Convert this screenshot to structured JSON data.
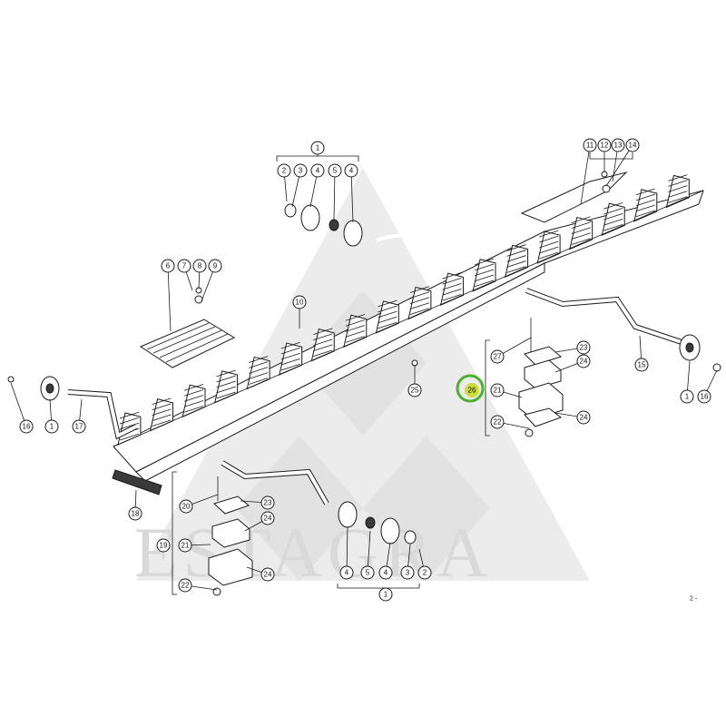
{
  "watermark": {
    "text": "ESTAGRA"
  },
  "highlight": {
    "label": "26",
    "color": "#4caf32"
  },
  "callouts": [
    {
      "id": "c1-top",
      "label": "1"
    },
    {
      "id": "c2-top",
      "label": "2"
    },
    {
      "id": "c3-top",
      "label": "3"
    },
    {
      "id": "c4-top-a",
      "label": "4"
    },
    {
      "id": "c5-top",
      "label": "5"
    },
    {
      "id": "c4-top-b",
      "label": "4"
    },
    {
      "id": "c6",
      "label": "6"
    },
    {
      "id": "c7",
      "label": "7"
    },
    {
      "id": "c8",
      "label": "8"
    },
    {
      "id": "c9",
      "label": "9"
    },
    {
      "id": "c10",
      "label": "10"
    },
    {
      "id": "c11",
      "label": "11"
    },
    {
      "id": "c12",
      "label": "12"
    },
    {
      "id": "c13",
      "label": "13"
    },
    {
      "id": "c14",
      "label": "14"
    },
    {
      "id": "c15",
      "label": "15"
    },
    {
      "id": "c16-left",
      "label": "16"
    },
    {
      "id": "c1-left",
      "label": "1"
    },
    {
      "id": "c17",
      "label": "17"
    },
    {
      "id": "c18",
      "label": "18"
    },
    {
      "id": "c25",
      "label": "25"
    },
    {
      "id": "c27",
      "label": "27"
    },
    {
      "id": "c23-right",
      "label": "23"
    },
    {
      "id": "c24-right-a",
      "label": "24"
    },
    {
      "id": "c21-right",
      "label": "21"
    },
    {
      "id": "c22-right",
      "label": "22"
    },
    {
      "id": "c24-right-b",
      "label": "24"
    },
    {
      "id": "c1-right",
      "label": "1"
    },
    {
      "id": "c16-right",
      "label": "16"
    },
    {
      "id": "c20",
      "label": "20"
    },
    {
      "id": "c23-bottom",
      "label": "23"
    },
    {
      "id": "c24-bottom-a",
      "label": "24"
    },
    {
      "id": "c19",
      "label": "19"
    },
    {
      "id": "c21-bottom",
      "label": "21"
    },
    {
      "id": "c22-bottom",
      "label": "22"
    },
    {
      "id": "c24-bottom-b",
      "label": "24"
    },
    {
      "id": "c4-bottom-a",
      "label": "4"
    },
    {
      "id": "c5-bottom",
      "label": "5"
    },
    {
      "id": "c4-bottom-b",
      "label": "4"
    },
    {
      "id": "c3-bottom",
      "label": "3"
    },
    {
      "id": "c2-bottom",
      "label": "2"
    },
    {
      "id": "c1-bottom",
      "label": "1"
    }
  ],
  "page_fragment": "2 - "
}
